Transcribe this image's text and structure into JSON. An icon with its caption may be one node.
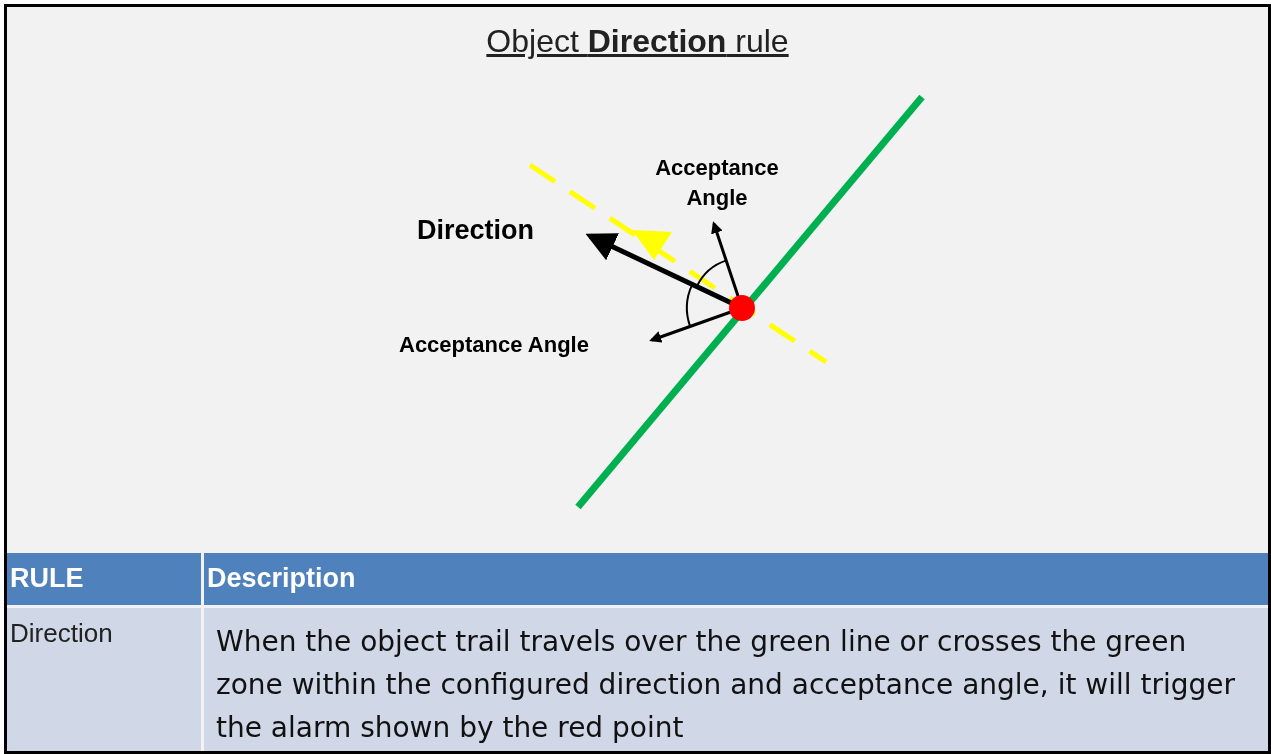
{
  "diagram": {
    "title": "Object **Direction** rule",
    "labels": [
      "Acceptance Angle",
      "Direction",
      "Acceptance Angle",
      "RULE",
      "Description",
      "Direction",
      "When the object trail travels over the green line or crosses the green zone within the configured direction and acceptance angle, it will trigger the alarm shown by the red point"
    ]
  }
}
